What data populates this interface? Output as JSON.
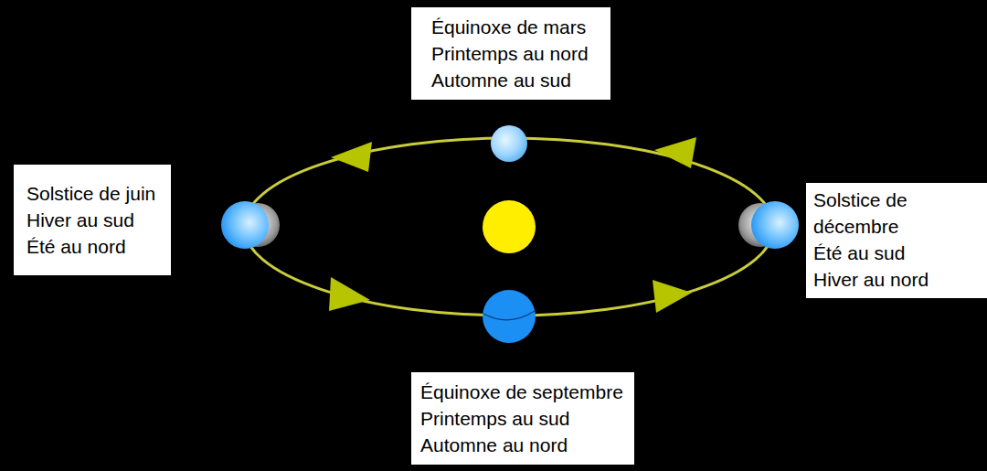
{
  "diagram": {
    "nodes": [
      {
        "text": [
          "Équinoxe de mars",
          "Printemps au nord",
          "Automne au sud"
        ]
      },
      {
        "text": [
          "Solstice de juin",
          "Hiver au sud",
          "Été au nord"
        ]
      },
      {
        "text": [
          "Solstice de décembre",
          "Été au sud",
          "Hiver au nord"
        ]
      },
      {
        "text": [
          "Équinoxe de septembre",
          "Printemps au sud",
          "Automne au nord"
        ]
      }
    ]
  }
}
